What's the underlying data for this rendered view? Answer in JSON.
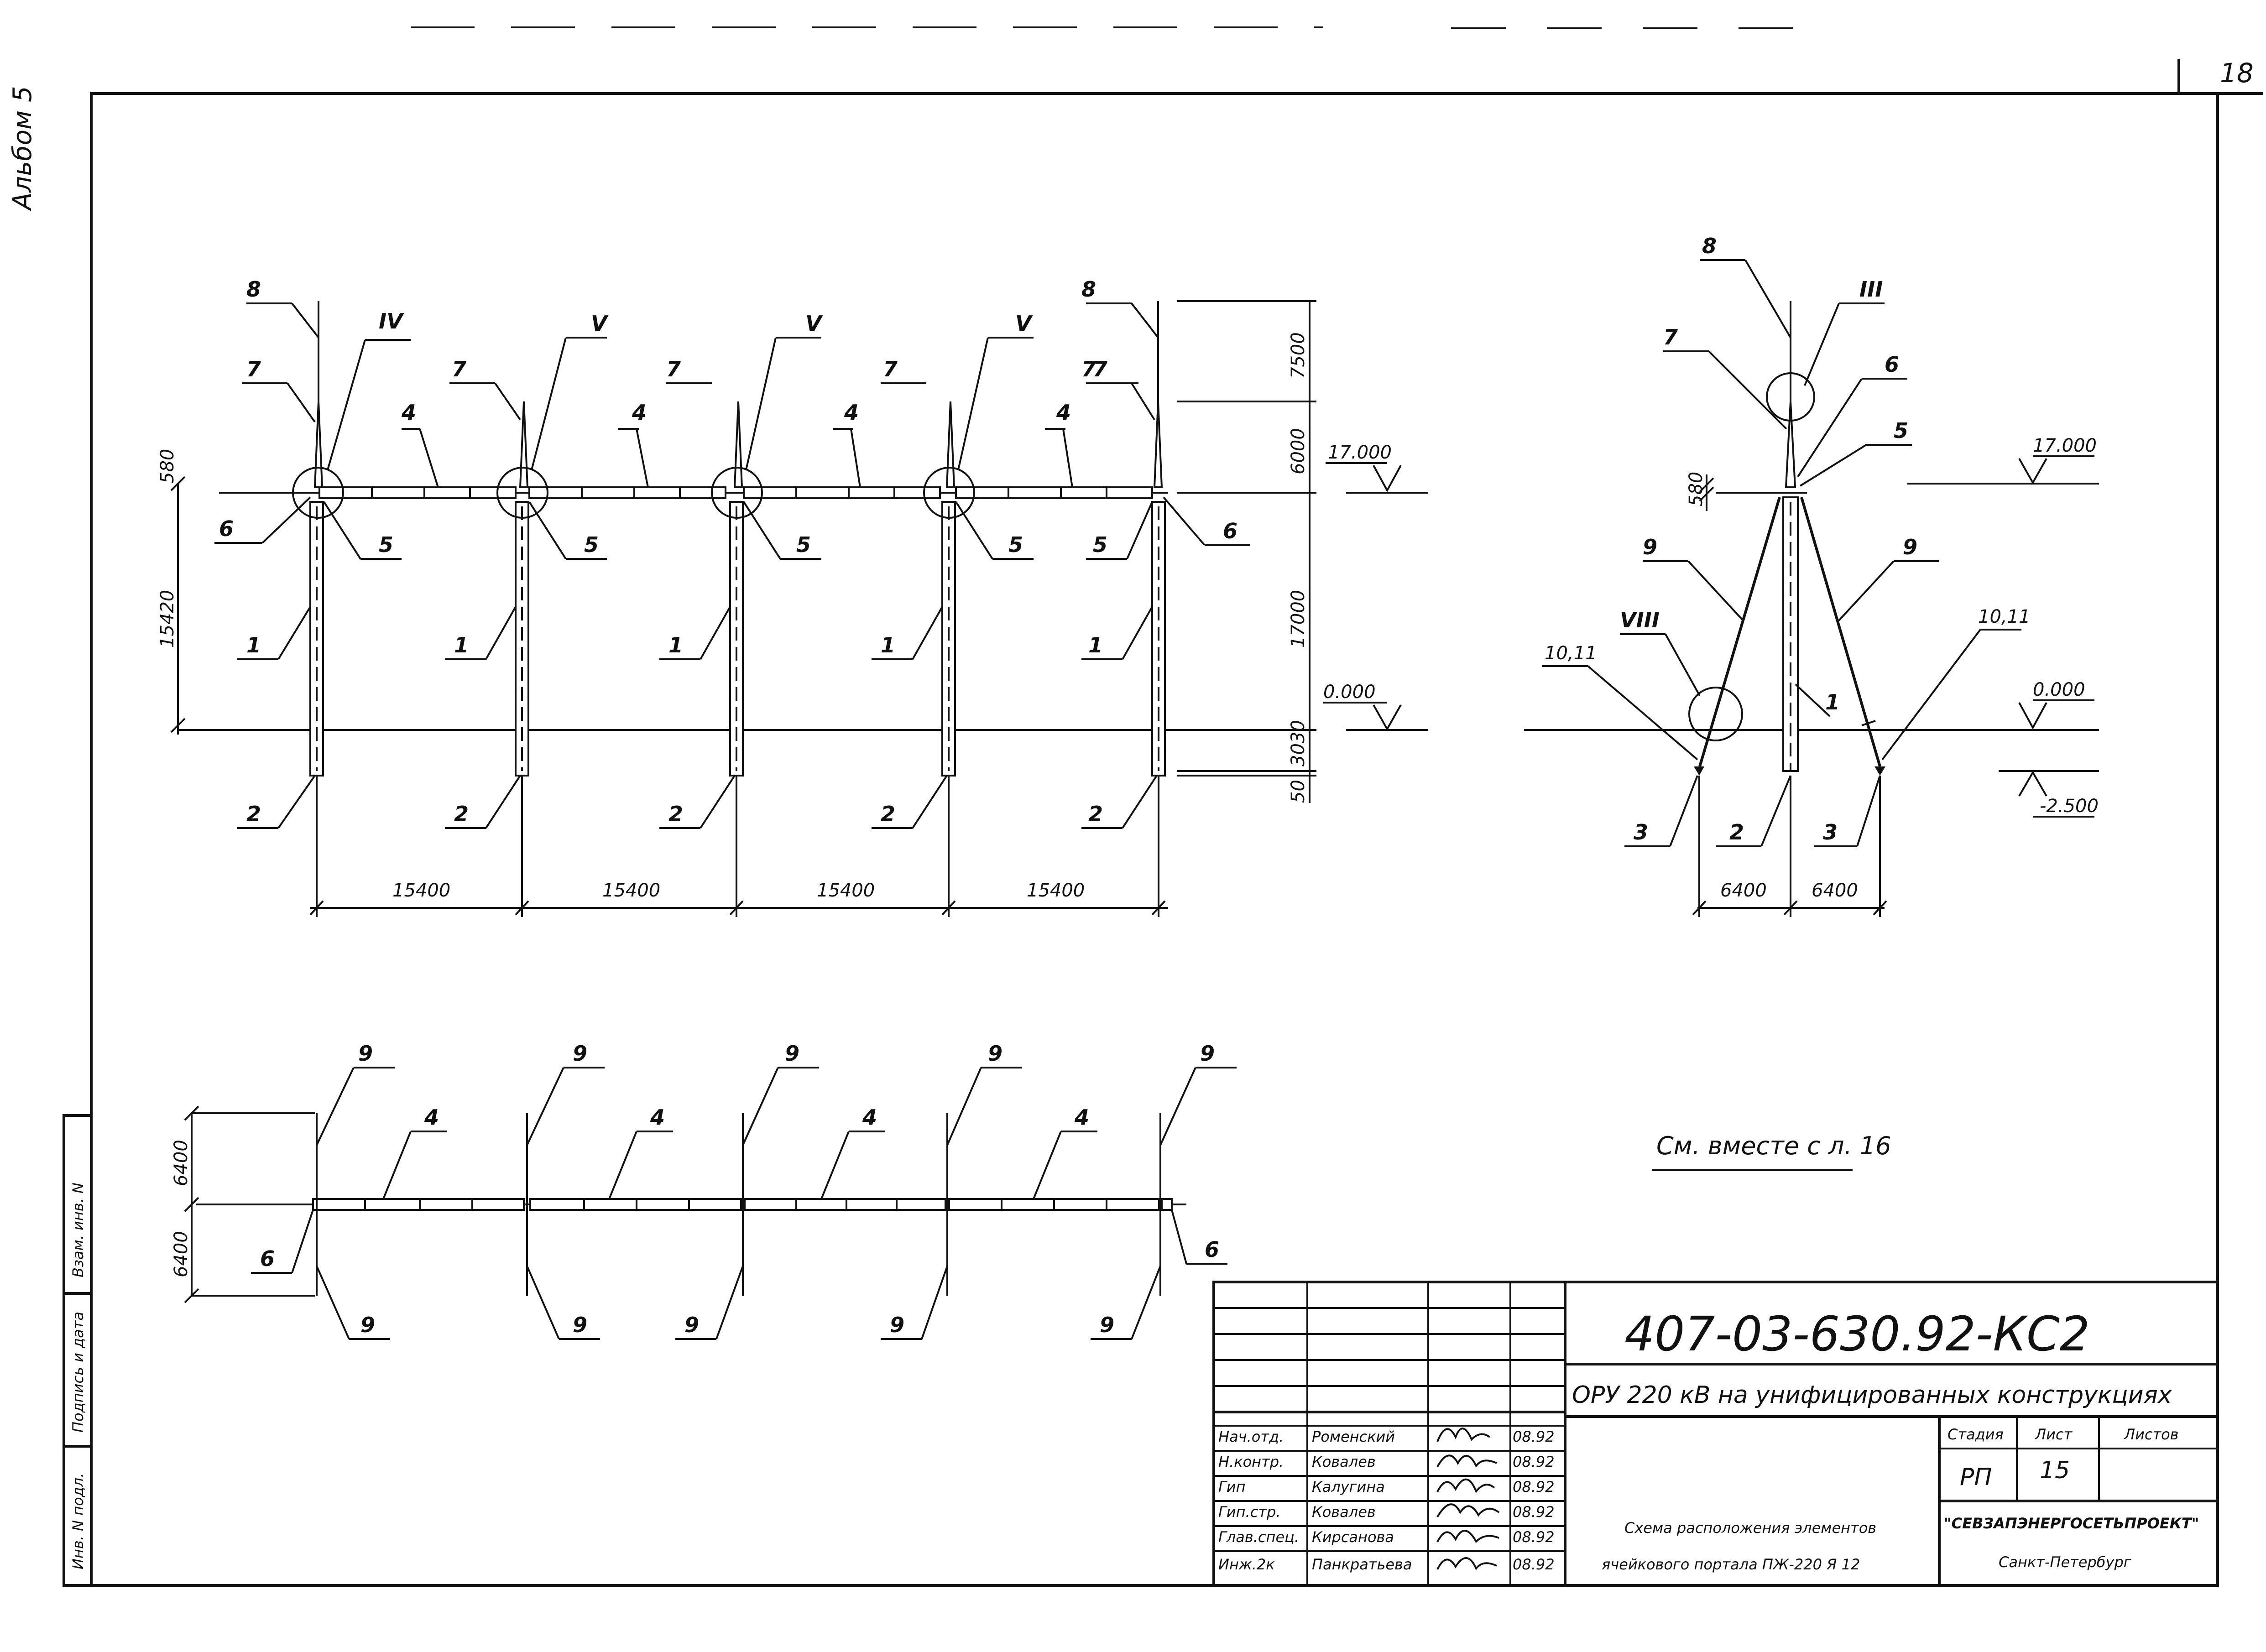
{
  "sheet_number": "18",
  "side": {
    "album": "Альбом 5",
    "field_1": "Взам. инв. N",
    "field_2": "Подпись и дата",
    "field_3": "Инв. N подл."
  },
  "front": {
    "dims_bottom": [
      "15400",
      "15400",
      "15400",
      "15400"
    ],
    "dims_left": [
      "580",
      "15420"
    ],
    "dims_right": [
      "7500",
      "6000",
      "17000",
      "3030",
      "50"
    ],
    "level_top": "17.000",
    "level_ground": "0.000",
    "top_labels": [
      "8",
      "IV",
      "7",
      "V",
      "7",
      "V",
      "7",
      "V",
      "7",
      "8"
    ],
    "beam_labels": [
      "4",
      "4",
      "4",
      "4"
    ],
    "left_7": "7",
    "right_7": "7",
    "left_6": "6",
    "right_6": "6",
    "node_labels": [
      "5",
      "5",
      "5",
      "5",
      "5"
    ],
    "column_labels": [
      "1",
      "1",
      "1",
      "1",
      "1"
    ],
    "footing_labels": [
      "2",
      "2",
      "2",
      "2",
      "2"
    ]
  },
  "side_view": {
    "lbl_8": "8",
    "lbl_7": "7",
    "lbl_III": "III",
    "lbl_6": "6",
    "lbl_5": "5",
    "lbl_9_left": "9",
    "lbl_9_right": "9",
    "lbl_VIII": "VIII",
    "lbl_1011_left": "10,11",
    "lbl_1011_right": "10,11",
    "lbl_1": "1",
    "lbl_2": "2",
    "lbl_3_left": "3",
    "lbl_3_right": "3",
    "dim_580": "580",
    "level_top": "17.000",
    "level_ground": "0.000",
    "level_bottom": "-2.500",
    "dims_bottom": [
      "6400",
      "6400"
    ]
  },
  "plan": {
    "top_9": [
      "9",
      "9",
      "9",
      "9",
      "9"
    ],
    "bottom_9": [
      "9",
      "9",
      "9",
      "9",
      "9"
    ],
    "beam_4": [
      "4",
      "4",
      "4",
      "4"
    ],
    "left_6": "6",
    "right_6": "6",
    "dims_left": [
      "6400",
      "6400"
    ]
  },
  "note": "См. вместе с л. 16",
  "title_block": {
    "code": "407-03-630.92-КС2",
    "object": "ОРУ 220 кВ на унифицированных конструкциях",
    "drawing_title_1": "Схема расположения элементов",
    "drawing_title_2": "ячейкового портала ПЖ-220 Я 12",
    "stage_header": "Стадия",
    "sheet_header": "Лист",
    "sheets_header": "Листов",
    "stage": "РП",
    "sheet": "15",
    "org": "\"СЕВЗАПЭНЕРГОСЕТЬПРОЕКТ\"",
    "city": "Санкт-Петербург",
    "staff": [
      {
        "role": "Нач.отд.",
        "name": "Роменский",
        "date": "08.92"
      },
      {
        "role": "Н.контр.",
        "name": "Ковалев",
        "date": "08.92"
      },
      {
        "role": "Гип",
        "name": "Калугина",
        "date": "08.92"
      },
      {
        "role": "Гип.стр.",
        "name": "Ковалев",
        "date": "08.92"
      },
      {
        "role": "Глав.спец.",
        "name": "Кирсанова",
        "date": "08.92"
      },
      {
        "role": "Инж.2к",
        "name": "Панкратьева",
        "date": "08.92"
      }
    ]
  }
}
